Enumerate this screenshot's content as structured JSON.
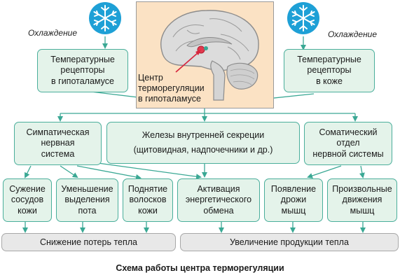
{
  "cooling_left": "Охлаждение",
  "cooling_right": "Охлаждение",
  "receptors_hypothalamus": [
    "Температурные",
    "рецепторы",
    "в гипоталамусе"
  ],
  "receptors_skin": [
    "Температурные",
    "рецепторы",
    "в коже"
  ],
  "center": [
    "Центр",
    "терморегуляции",
    "в гипоталамусе"
  ],
  "sympathetic": [
    "Симпатическая",
    "нервная",
    "система"
  ],
  "endocrine": [
    "Железы внутренней секреции",
    "(щитовидная, надпочечники и др.)"
  ],
  "somatic": [
    "Соматический",
    "отдел",
    "нервной системы"
  ],
  "vasoconstriction": [
    "Сужение",
    "сосудов",
    "кожи"
  ],
  "sweat_reduction": [
    "Уменьшение",
    "выделения",
    "пота"
  ],
  "hair_raising": [
    "Поднятие",
    "волосков",
    "кожи"
  ],
  "metabolism": [
    "Активация",
    "энергетического",
    "обмена"
  ],
  "shivering": [
    "Появление",
    "дрожи",
    "мышц"
  ],
  "voluntary": [
    "Произвольные",
    "движения",
    "мышц"
  ],
  "heat_loss": "Снижение потерь тепла",
  "heat_production": "Увеличение продукции тепла",
  "caption": "Схема работы центра терморегуляции",
  "colors": {
    "box_fill": "#e4f3ea",
    "box_border": "#4aae9b",
    "arrow": "#3aa894",
    "brain_bg": "#fbe2c4",
    "snow": "#1ea0d6"
  }
}
